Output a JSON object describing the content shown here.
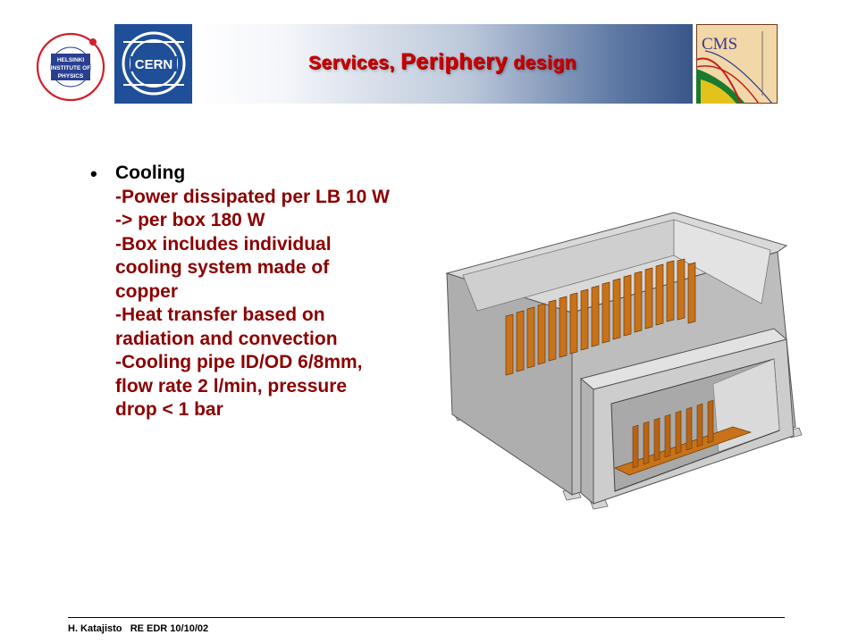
{
  "header": {
    "title_part1": "Services,",
    "title_part2": "Periphery",
    "title_part3": "design"
  },
  "logos": {
    "hip_text": [
      "HELSINKI",
      "INSTITUTE OF",
      "PHYSICS"
    ],
    "cern_text": "CERN",
    "cms_text": "CMS"
  },
  "body": {
    "bullet": "•",
    "heading": "Cooling",
    "lines": [
      "-Power dissipated per LB 10 W",
      "-> per box 180 W",
      "-Box includes individual",
      "cooling system made of",
      "copper",
      "-Heat transfer based on",
      "radiation and convection",
      "-Cooling pipe ID/OD 6/8mm,",
      "flow rate 2 l/min, pressure",
      "drop < 1 bar"
    ]
  },
  "footer": {
    "author": "H. Katajisto",
    "event": "RE EDR 10/10/02"
  },
  "colors": {
    "title": "#cc0000",
    "body_text": "#8b0000",
    "box_grey": "#c7c7c7",
    "copper_fin": "#c8731a"
  }
}
